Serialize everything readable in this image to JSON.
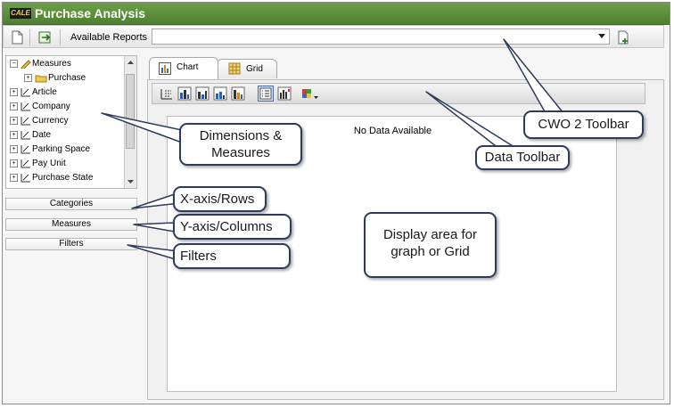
{
  "app": {
    "title": "Purchase Analysis",
    "logo_text": "CALE"
  },
  "toolbar": {
    "available_reports_label": "Available Reports",
    "reports_value": "",
    "icons": [
      "new-document-icon",
      "export-icon",
      "add-report-icon"
    ]
  },
  "tree": {
    "items": [
      {
        "label": "Measures",
        "expander": "−",
        "icon": "measures-icon"
      },
      {
        "label": "Purchase",
        "expander": "+",
        "icon": "folder-icon"
      },
      {
        "label": "Article",
        "expander": "+",
        "icon": "dimension-icon"
      },
      {
        "label": "Company",
        "expander": "+",
        "icon": "dimension-icon"
      },
      {
        "label": "Currency",
        "expander": "+",
        "icon": "dimension-icon"
      },
      {
        "label": "Date",
        "expander": "+",
        "icon": "dimension-icon"
      },
      {
        "label": "Parking Space",
        "expander": "+",
        "icon": "dimension-icon"
      },
      {
        "label": "Pay Unit",
        "expander": "+",
        "icon": "dimension-icon"
      },
      {
        "label": "Purchase State",
        "expander": "+",
        "icon": "dimension-icon"
      }
    ]
  },
  "panels": {
    "categories": "Categories",
    "measures": "Measures",
    "filters": "Filters"
  },
  "tabs": [
    {
      "label": "Chart",
      "icon": "chart-icon"
    },
    {
      "label": "Grid",
      "icon": "grid-icon"
    }
  ],
  "data_toolbar": {
    "icons": [
      "axis-swap-icon",
      "bar-chart-icon",
      "stacked-bar-icon",
      "column-chart-icon",
      "column-stack-icon",
      "legend-icon",
      "chart-options-icon",
      "palette-icon"
    ]
  },
  "display": {
    "no_data": "No Data Available"
  },
  "callouts": {
    "cwo_toolbar": "CWO 2 Toolbar",
    "dimensions": "Dimensions & Measures",
    "data_toolbar": "Data Toolbar",
    "x_axis": "X-axis/Rows",
    "y_axis": "Y-axis/Columns",
    "filters": "Filters",
    "display_area": "Display area for graph or Grid"
  },
  "colors": {
    "title_bar": "#5a8b3a",
    "callout_border": "#2c3c5a"
  }
}
